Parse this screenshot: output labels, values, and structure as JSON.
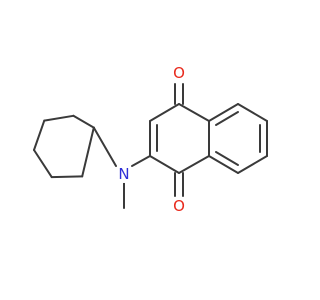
{
  "structure": {
    "atoms": {
      "oxygen_top": {
        "symbol": "O",
        "color": "#e8291c"
      },
      "oxygen_bottom": {
        "symbol": "O",
        "color": "#e8291c"
      },
      "nitrogen": {
        "symbol": "N",
        "color": "#2f2fd6"
      }
    },
    "bond_color": "#3a3a3a"
  }
}
